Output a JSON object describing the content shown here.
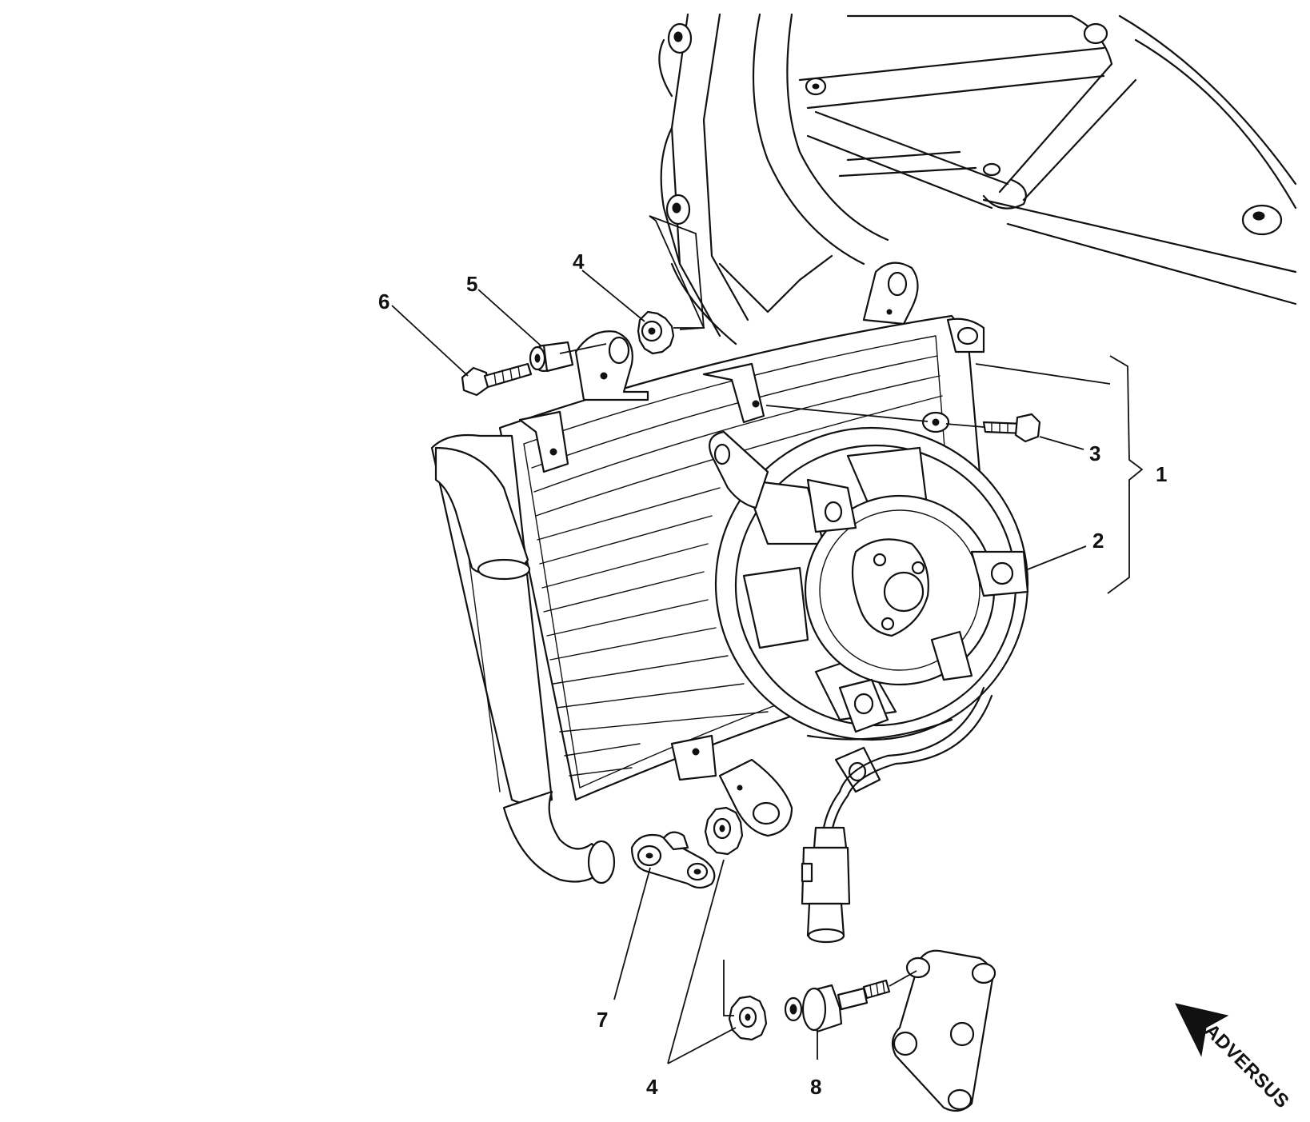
{
  "callouts": {
    "c1": "1",
    "c2": "2",
    "c3": "3",
    "c4_top": "4",
    "c4_bottom": "4",
    "c5": "5",
    "c6": "6",
    "c7": "7",
    "c8": "8"
  },
  "logo": {
    "text": "ADVERSUS",
    "icon": "arrow-up-left-icon"
  }
}
